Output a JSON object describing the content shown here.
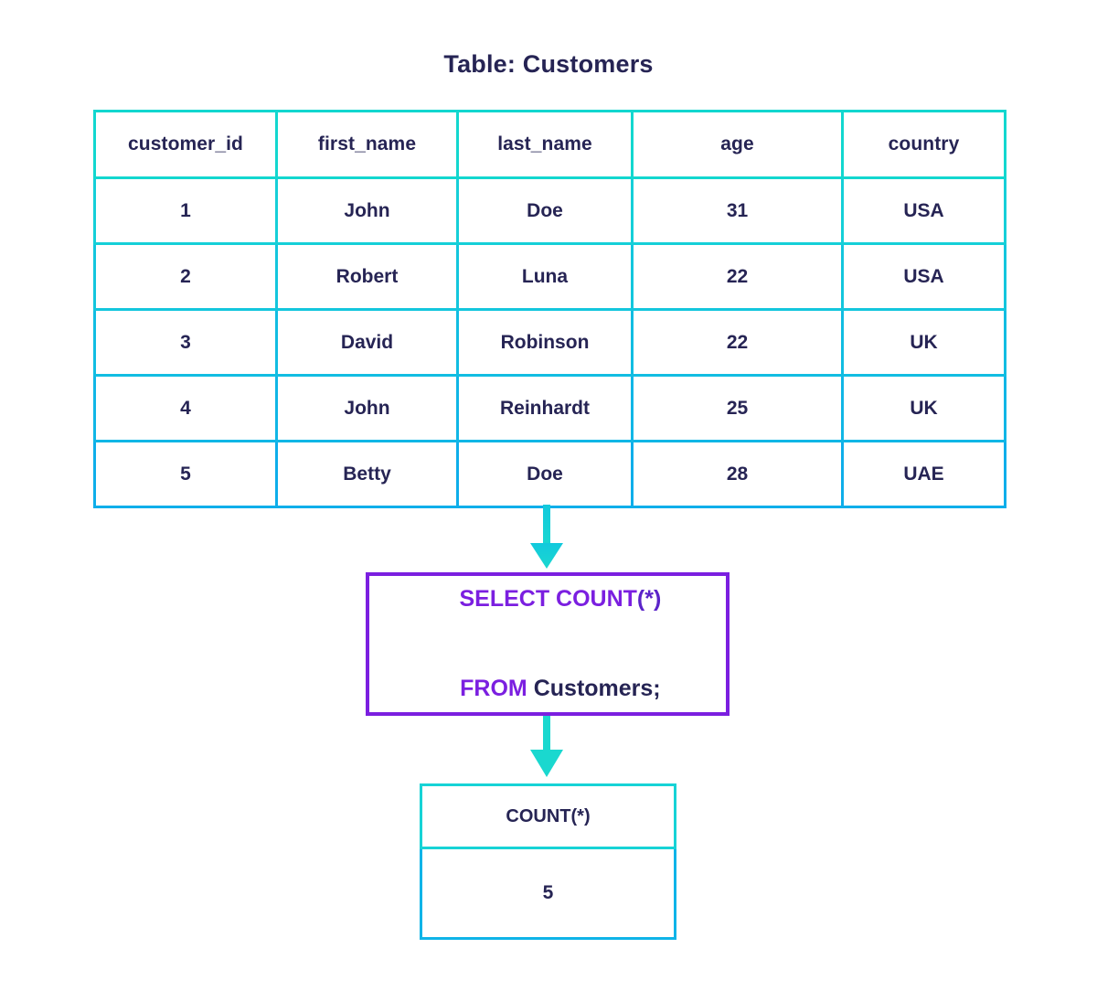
{
  "title": "Table: Customers",
  "source_table": {
    "name": "Customers",
    "columns": [
      "customer_id",
      "first_name",
      "last_name",
      "age",
      "country"
    ],
    "rows": [
      [
        "1",
        "John",
        "Doe",
        "31",
        "USA"
      ],
      [
        "2",
        "Robert",
        "Luna",
        "22",
        "USA"
      ],
      [
        "3",
        "David",
        "Robinson",
        "22",
        "UK"
      ],
      [
        "4",
        "John",
        "Reinhardt",
        "25",
        "UK"
      ],
      [
        "5",
        "Betty",
        "Doe",
        "28",
        "UAE"
      ]
    ]
  },
  "query": {
    "line1": {
      "keyword": "SELECT COUNT",
      "paren_open": "(",
      "star": "*",
      "paren_close": ")"
    },
    "line2": {
      "keyword": "FROM",
      "identifier": " Customers;"
    },
    "full_text": "SELECT COUNT(*) FROM Customers;"
  },
  "result_table": {
    "header": "COUNT(*)",
    "value": "5"
  },
  "colors": {
    "text_navy": "#262454",
    "border_cyan": "#18d5d5",
    "border_blue": "#0eaeea",
    "query_purple": "#7b1fe0",
    "paren_purple": "#5b24c9",
    "arrow_cyan": "#1ad8d0"
  },
  "arrows": {
    "arrow_table_to_query": "down",
    "arrow_query_to_result": "down"
  }
}
